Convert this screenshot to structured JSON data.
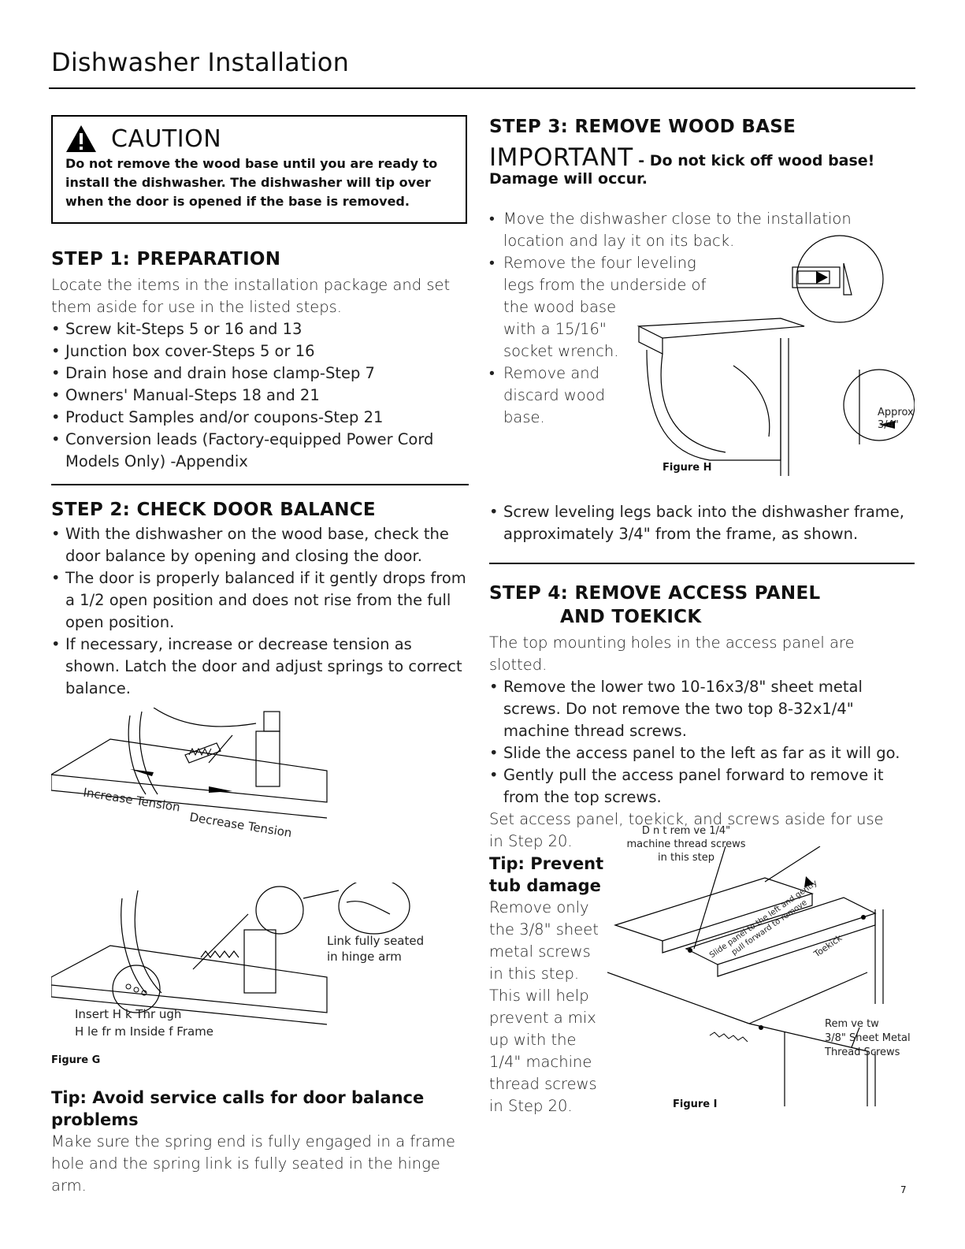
{
  "page": {
    "title": "Dishwasher Installation",
    "page_number": "7"
  },
  "caution": {
    "heading": "CAUTION",
    "text": "Do not remove the wood base until you are ready to install the dishwasher. The dishwasher will tip over when the door is opened if the base is removed."
  },
  "step1": {
    "heading": "STEP 1: PREPARATION",
    "intro": "Locate the items in the installation package and set them aside for use in the listed steps.",
    "items": [
      "Screw kit-Steps 5 or 16 and 13",
      "Junction box cover-Steps 5 or 16",
      "Drain hose and drain hose clamp-Step 7",
      "Owners' Manual-Steps 18 and 21",
      "Product Samples and/or coupons-Step 21",
      "Conversion leads (Factory-equipped Power Cord Models Only) -Appendix"
    ]
  },
  "step2": {
    "heading": "STEP 2: CHECK DOOR BALANCE",
    "items": [
      "With the dishwasher on the wood base, check the door balance by opening and closing the door.",
      "The door is properly balanced if it gently drops from a 1/2 open position and does not rise from the full open position.",
      "If necessary, increase or decrease tension as shown. Latch the door and adjust springs to correct balance."
    ],
    "fig_top_increase": "Increase Tension",
    "fig_top_decrease": "Decrease Tension",
    "fig_bottom_link": "Link fully seated in hinge arm",
    "fig_bottom_insert_1": "Insert H   k Thr  ugh",
    "fig_bottom_insert_2": "H  le fr  m Inside   f Frame",
    "figure_label": "Figure G",
    "tip_heading": "Tip: Avoid service calls for door balance problems",
    "tip_text": "Make sure the spring end is fully engaged in a frame hole and the spring link is fully seated in the hinge arm."
  },
  "step3": {
    "heading": "STEP 3: REMOVE WOOD BASE",
    "important": "IMPORTANT",
    "important_rest": " - Do not kick off wood base!",
    "important_line2": "Damage will occur.",
    "item1_a": "Move the dishwasher close to the installation",
    "item1_b": "location and lay it on its back.",
    "item2_lines": [
      "Remove the four leveling",
      "legs from the underside of",
      "the wood base",
      "with a 15/16\"",
      "socket wrench."
    ],
    "item3_lines": [
      "Remove and",
      "discard wood",
      "base."
    ],
    "approx_1": "Approx",
    "approx_2": "3/4\"",
    "figure_label": "Figure H",
    "item4": "Screw leveling legs back into the dishwasher frame, approximately 3/4\" from the frame, as shown."
  },
  "step4": {
    "heading_1": "STEP 4: REMOVE ACCESS PANEL",
    "heading_2": "AND TOEKICK",
    "intro": "The top mounting holes in the access panel are slotted.",
    "items": [
      "Remove the lower two 10-16x3/8\" sheet metal screws. Do not remove the two top 8-32x1/4\" machine thread screws.",
      "Slide the access panel to the left as far as it will go.",
      "Gently pull the access panel forward to remove it from the top screws."
    ],
    "set_aside_1": "Set access panel, toekick, and screws aside for use",
    "set_aside_2": "in Step 20.",
    "tip_heading_1": "Tip: Prevent",
    "tip_heading_2": "tub damage",
    "tip_lines": [
      "Remove only",
      "the 3/8\" sheet",
      "metal screws",
      "in this step.",
      "This will help",
      "prevent a mix",
      "up with the",
      "1/4\" machine",
      "thread screws",
      "in Step 20."
    ],
    "fig_note_top_1": "D  n  t rem  ve 1/4\"",
    "fig_note_top_2": "machine thread screws",
    "fig_note_top_3": "in this step",
    "fig_panel_text_1": "Slide panel to the left and gently",
    "fig_panel_text_2": "pull forward to remove",
    "fig_toekick": "Toekick",
    "fig_note_right_1": "Rem  ve tw",
    "fig_note_right_2": "3/8\" Sheet Metal",
    "fig_note_right_3": "Thread Screws",
    "figure_label": "Figure I"
  }
}
